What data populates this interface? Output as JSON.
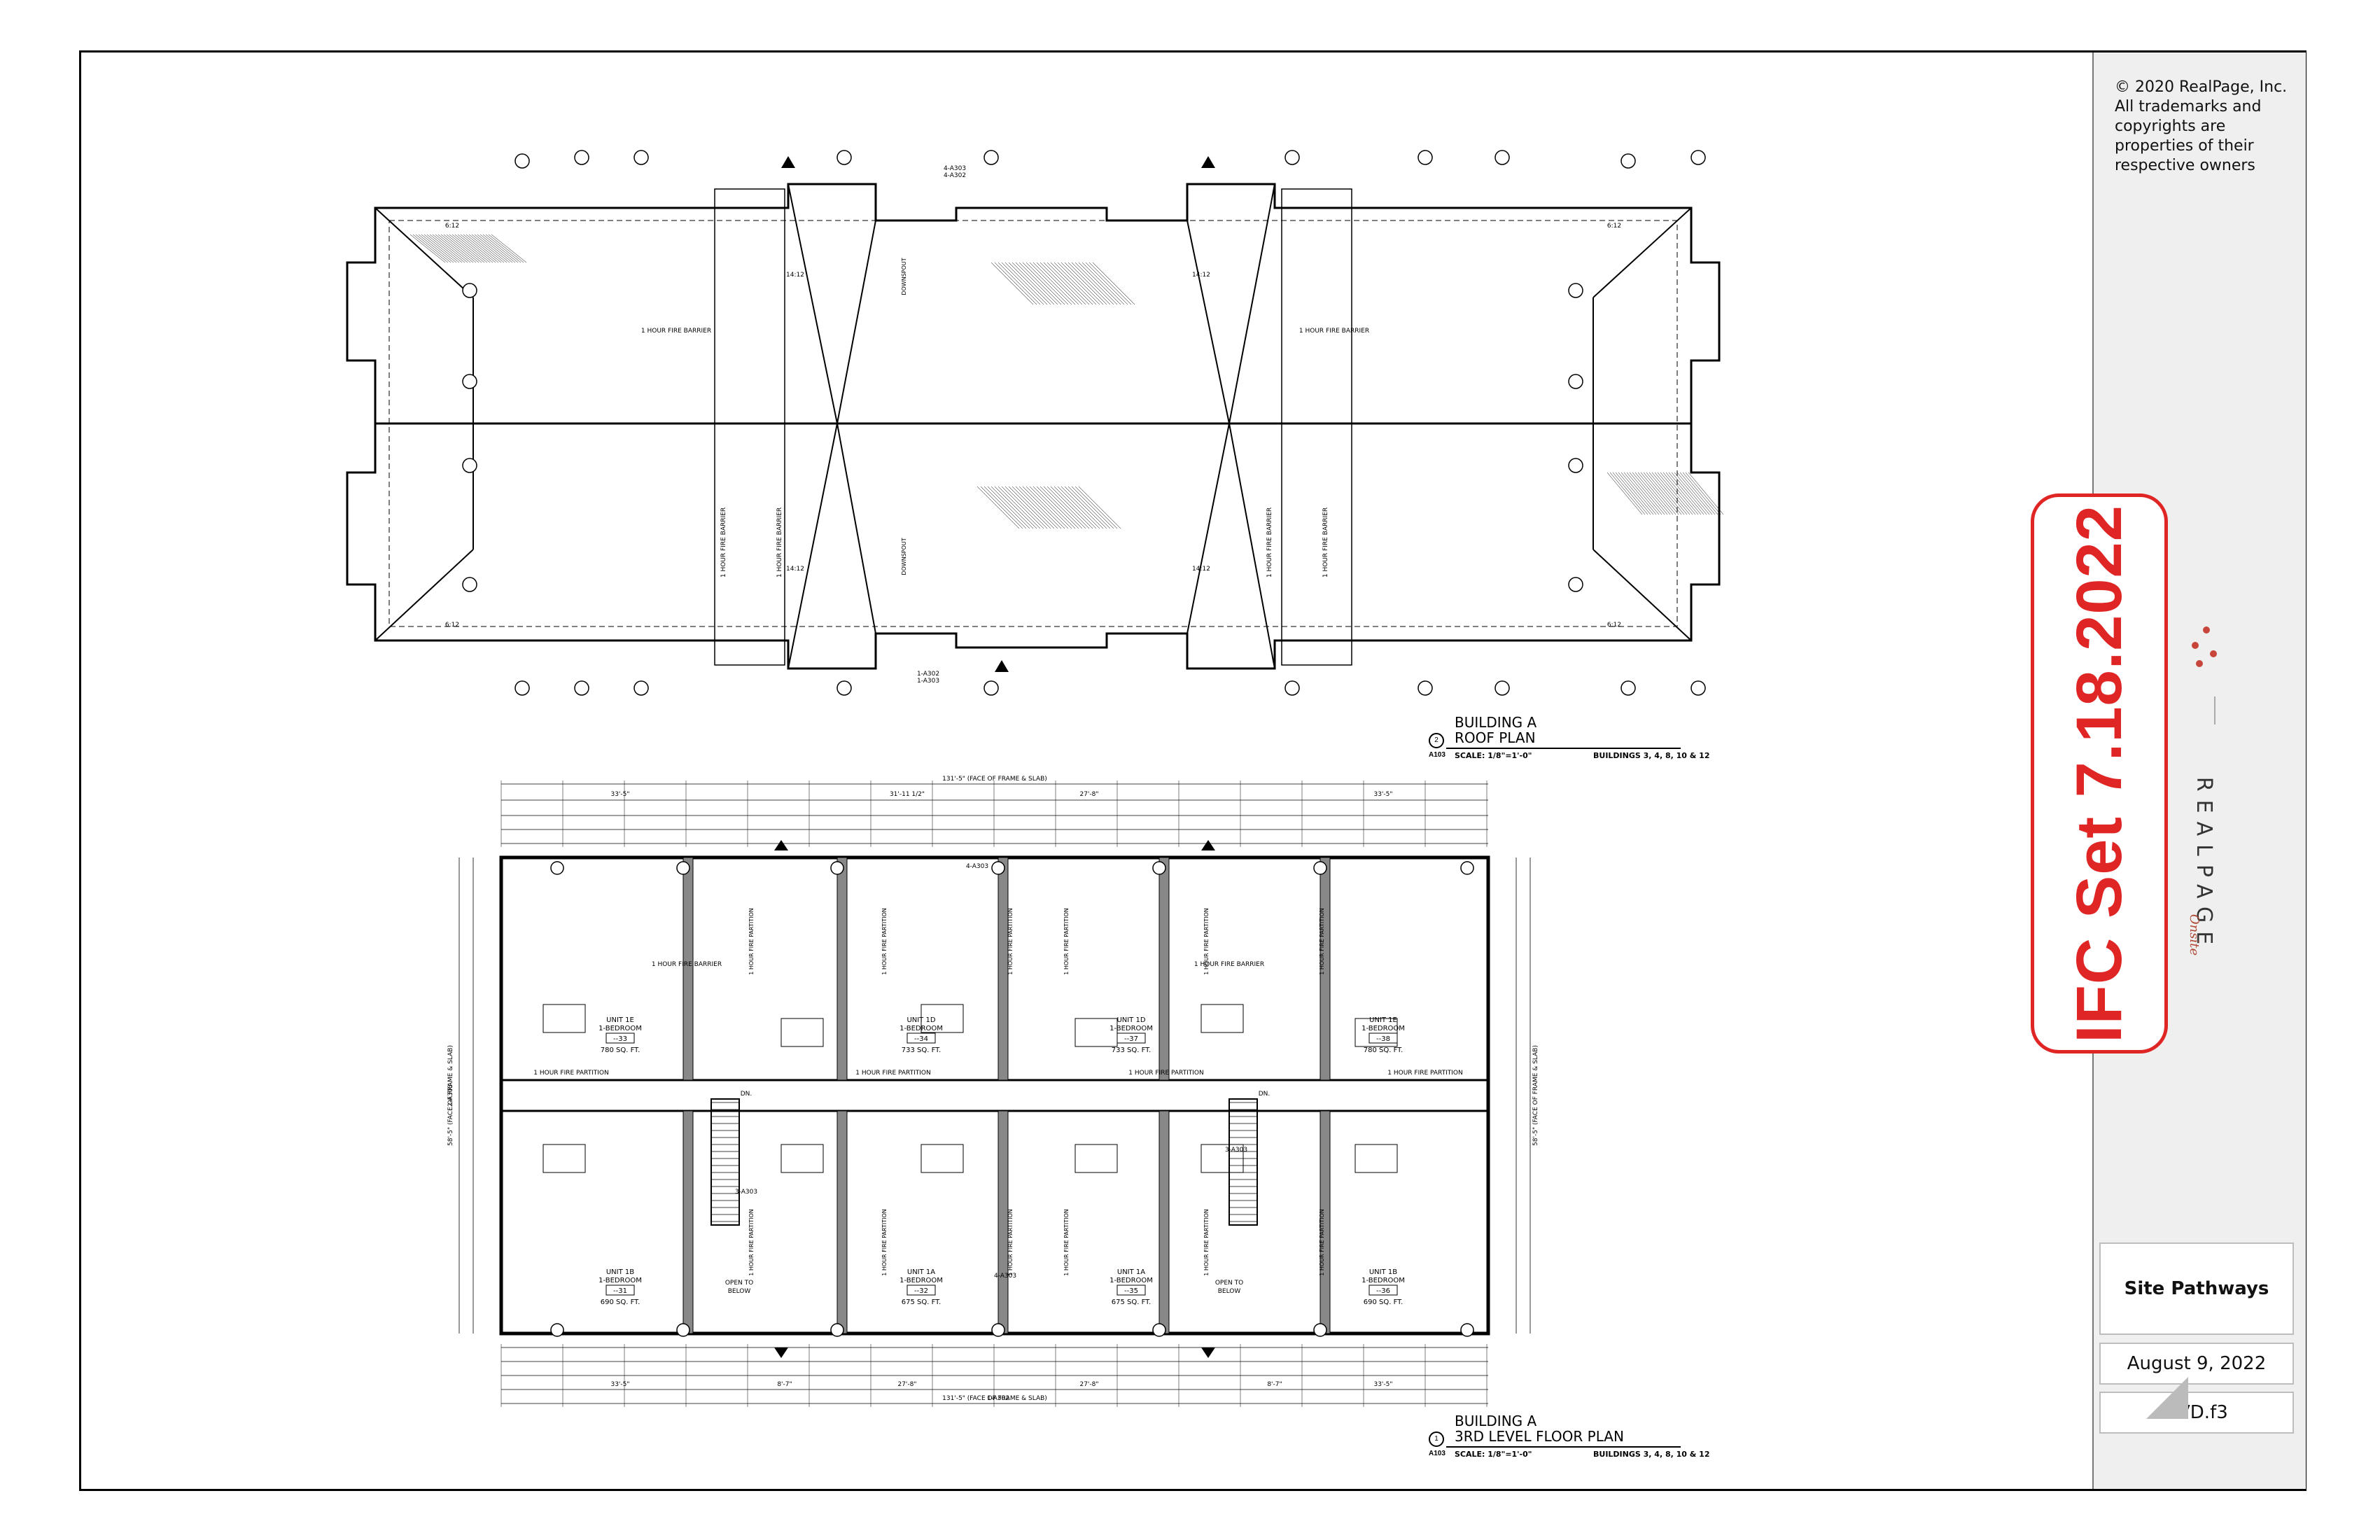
{
  "copyright": {
    "lines": [
      "© 2020 RealPage, Inc.",
      "All trademarks and",
      "copyrights are",
      "properties of their",
      "respective owners"
    ]
  },
  "stamp": {
    "text": "IFC Set 7.18.2022",
    "color": "#e02525"
  },
  "logo": {
    "wordmark": "REALPAGE",
    "script": "Onsite",
    "icon": "realpage-dots-icon"
  },
  "title_block": {
    "project": "Site Pathways",
    "date": "August 9, 2022",
    "sheet": "VVD.f3"
  },
  "roof_plan": {
    "detail_number": "2",
    "sheet_ref": "A103",
    "title_line1": "BUILDING A",
    "title_line2": "ROOF PLAN",
    "scale": "SCALE: 1/8\"=1'-0\"",
    "buildings": "BUILDINGS 3, 4, 8, 10 & 12",
    "labels": {
      "fire_barrier": "1 HOUR FIRE BARRIER",
      "downspout": "DOWNSPOUT",
      "pitch": "14:12",
      "pitch2": "6:12",
      "section_ref_top": "4-A303",
      "section_ref_top2": "4-A302",
      "section_ref_bottom": "1-A302",
      "section_ref_bottom2": "1-A303"
    }
  },
  "floor_plan": {
    "detail_number": "1",
    "sheet_ref": "A103",
    "title_line1": "BUILDING A",
    "title_line2": "3RD LEVEL FLOOR PLAN",
    "scale": "SCALE: 1/8\"=1'-0\"",
    "buildings": "BUILDINGS 3, 4, 8, 10 & 12",
    "overall_dim": "131'-5\" (FACE OF FRAME & SLAB)",
    "overall_dim_vertical": "58'-5\" (FACE OF FRAME & SLAB)",
    "dims_top": [
      "33'-5\"",
      "31'-11 1/2\"",
      "27'-8\"",
      "33'-5\""
    ],
    "dims_bottom": [
      "33'-5\"",
      "8'-7\"",
      "27'-8\"",
      "27'-8\"",
      "8'-7\"",
      "33'-5\""
    ],
    "units_upper": [
      {
        "name": "UNIT 1E",
        "type": "1-BEDROOM",
        "num": "--33",
        "area": "780 SQ. FT."
      },
      {
        "name": "UNIT 1D",
        "type": "1-BEDROOM",
        "num": "--34",
        "area": "733 SQ. FT."
      },
      {
        "name": "UNIT 1D",
        "type": "1-BEDROOM",
        "num": "--37",
        "area": "733 SQ. FT."
      },
      {
        "name": "UNIT 1E",
        "type": "1-BEDROOM",
        "num": "--38",
        "area": "780 SQ. FT."
      }
    ],
    "units_lower": [
      {
        "name": "UNIT 1B",
        "type": "1-BEDROOM",
        "num": "--31",
        "area": "690 SQ. FT."
      },
      {
        "name": "UNIT 1A",
        "type": "1-BEDROOM",
        "num": "--32",
        "area": "675 SQ. FT."
      },
      {
        "name": "UNIT 1A",
        "type": "1-BEDROOM",
        "num": "--35",
        "area": "675 SQ. FT."
      },
      {
        "name": "UNIT 1B",
        "type": "1-BEDROOM",
        "num": "--36",
        "area": "690 SQ. FT."
      }
    ],
    "labels": {
      "fire_partition": "1 HOUR FIRE PARTITION",
      "fire_barrier": "1 HOUR FIRE BARRIER",
      "open_below": "OPEN TO BELOW",
      "dn": "DN.",
      "ref_3a303": "3-A303",
      "ref_4a303": "4-A303",
      "ref_1a302": "1-A302",
      "ref_2a303": "2-A303"
    }
  }
}
